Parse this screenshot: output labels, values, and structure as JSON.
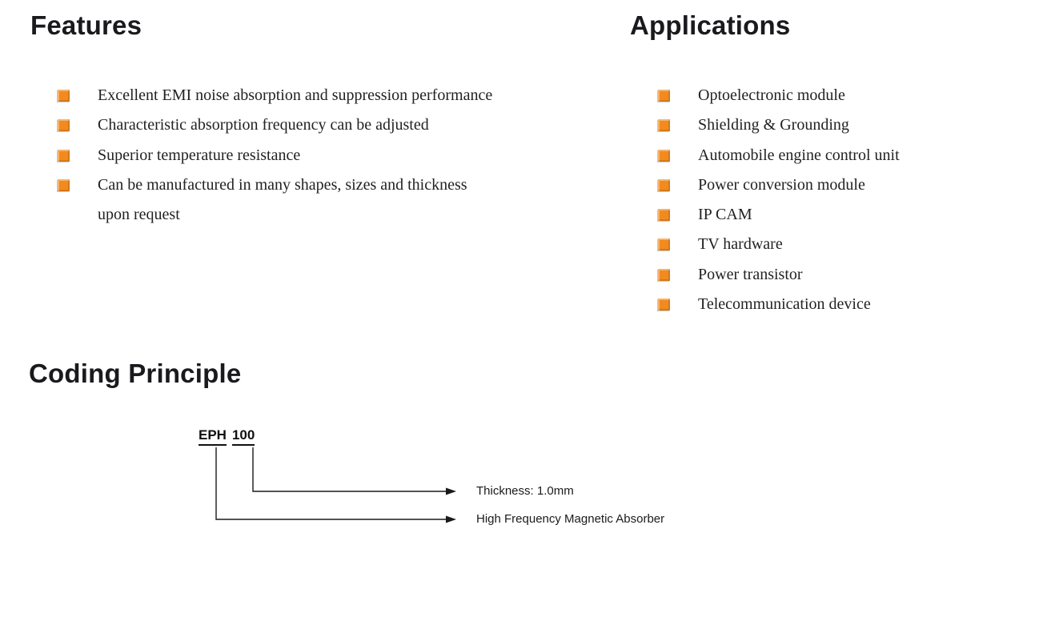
{
  "features": {
    "title": "Features",
    "items": [
      "Excellent EMI noise absorption and suppression performance",
      "Characteristic absorption frequency can be adjusted",
      "Superior temperature resistance",
      "Can be manufactured in many shapes, sizes and thickness\nupon request"
    ]
  },
  "applications": {
    "title": "Applications",
    "items": [
      "Optoelectronic module",
      "Shielding & Grounding",
      "Automobile engine control unit",
      "Power conversion module",
      "IP CAM",
      "TV hardware",
      "Power transistor",
      "Telecommunication device"
    ]
  },
  "coding_principle": {
    "title": "Coding Principle",
    "part_number_prefix": "EPH",
    "part_number_suffix": "100",
    "callouts": [
      "Thickness: 1.0mm",
      "High Frequency Magnetic Absorber"
    ]
  },
  "colors": {
    "page_bg": "#FFFFFF",
    "heading": "#1A1A1E",
    "body_text": "#222222",
    "bullet": "#F28A1E"
  }
}
